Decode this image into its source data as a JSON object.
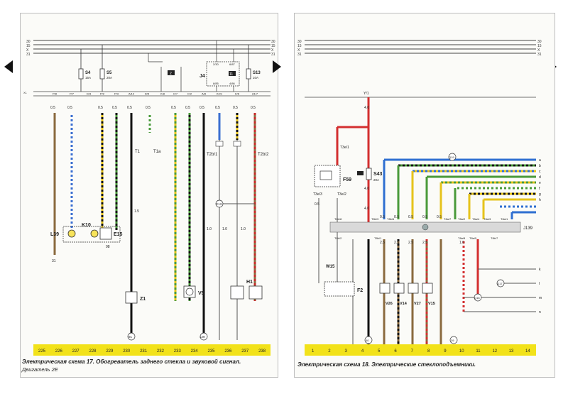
{
  "rails": [
    "30",
    "15",
    "X",
    "31"
  ],
  "left": {
    "fuses": [
      {
        "id": "S4",
        "amp": "15A"
      },
      {
        "id": "S5",
        "amp": "20A"
      },
      {
        "id": "S13",
        "amp": "10A"
      }
    ],
    "relay": "J4",
    "relay_pins": [
      "2/30",
      "4/86",
      "6/87",
      "8/85"
    ],
    "relay_badges": [
      "2",
      "11"
    ],
    "connector_labels": [
      "P/8",
      "P/7",
      "D/3",
      "P/2",
      "P/3",
      "A/12",
      "D/5",
      "K/8",
      "C/7",
      "C/2",
      "A/8",
      "K2/1",
      "K/6",
      "A1/7"
    ],
    "wire_sizes": [
      "0.5",
      "0.5",
      "0.5",
      "0.5",
      "0.5",
      "0.5",
      "0.5",
      "0.5",
      "0.5",
      "0.5",
      "0.5",
      "0.5",
      "1.5",
      "1.0",
      "1.0",
      "1.0"
    ],
    "components": {
      "L": "L39",
      "K": "K10",
      "E": "E15",
      "Z": "Z1",
      "V": "V5",
      "H": "H1"
    },
    "terminals": [
      "T1",
      "T1a",
      "T2b/1",
      "T2b/2"
    ],
    "ground_points": [
      "31",
      "98",
      "91",
      "129",
      "C13"
    ],
    "bus_numbers": [
      "225",
      "226",
      "227",
      "228",
      "229",
      "230",
      "231",
      "232",
      "233",
      "234",
      "235",
      "236",
      "237",
      "238"
    ],
    "caption": "Электрическая схема 17. Обогреватель заднего стекла и звуковой сигнал.",
    "caption_sub": "Двигатель 2Е"
  },
  "right": {
    "fuse": {
      "id": "S43",
      "amp": "20A"
    },
    "connector_label": "Y/1",
    "wire_sizes": [
      "4.0",
      "4.0",
      "4.0",
      "0.5",
      "0.5",
      "0.5",
      "0.5",
      "0.5",
      "2.5",
      "2.5",
      "2.5",
      "2.5",
      "1.0",
      "0.5"
    ],
    "components": {
      "F59": "F59",
      "F2": "F2",
      "W15": "W15",
      "J139": "J139",
      "V": [
        "V26",
        "V14",
        "V27",
        "V15"
      ]
    },
    "terminals": [
      "T3e/1",
      "T3e/3",
      "T3e/2",
      "T8b/8",
      "T8b/6",
      "T8b/7",
      "T8b/3",
      "T8b/2",
      "T8b/1",
      "T8a/7",
      "T8a/8",
      "T8a/5",
      "T8a/4",
      "T8a/3",
      "T8a/2",
      "T8a/1"
    ],
    "ground_points": [
      "Q19",
      "Q17",
      "Q16",
      "40",
      "39"
    ],
    "side_letters": [
      "a",
      "b",
      "c",
      "d",
      "e",
      "f",
      "g",
      "h",
      "k",
      "l",
      "m",
      "n"
    ],
    "bus_numbers": [
      "1",
      "2",
      "3",
      "4",
      "5",
      "6",
      "7",
      "8",
      "9",
      "10",
      "11",
      "12",
      "13",
      "14"
    ],
    "caption": "Электрическая схема 18. Электрические стеклоподъемники."
  }
}
